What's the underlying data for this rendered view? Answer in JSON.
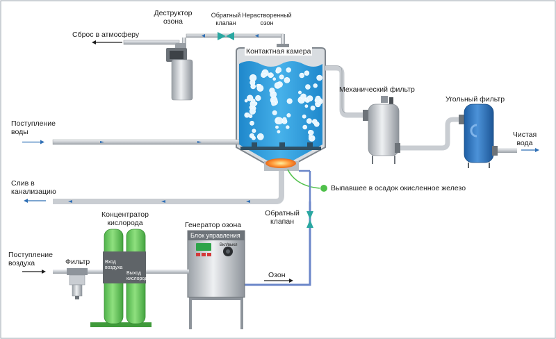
{
  "labels": {
    "ozone_destructor": "Деструктор\nозона",
    "check_valve_top": "Обратный\nклапан",
    "undissolved_ozone": "Нераство­ренный\nозон",
    "atmosphere_release": "Сброс в атмосферу",
    "contact_chamber": "Контактная камера",
    "mechanical_filter": "Механический фильтр",
    "carbon_filter": "Угольный фильтр",
    "water_inlet": "Поступление\nводы",
    "clean_water": "Чистая\nвода",
    "sewer_drain": "Слив в\nканализацию",
    "precipitated_iron": "Выпавшее в осадок окисленное железо",
    "check_valve_bottom": "Обратный\nклапан",
    "oxygen_concentrator": "Концентратор\nкислорода",
    "ozone_generator": "Генератор озона",
    "control_unit": "Блок управления",
    "ozone": "Озон",
    "air_inlet": "Поступление\nвоздуха",
    "filter": "Фильтр",
    "air_inlet_tag": "Вход\nвоздуха",
    "oxygen_outlet_tag": "Выход\nкислорода",
    "power_knob_label": "Вкл/выкл"
  },
  "colors": {
    "water": "#3aa0dc",
    "pipe": "#c9cdd2",
    "green_tank": "#6fcf64",
    "carbon_tank": "#2f74bf",
    "arrow": "#2f6fb5",
    "ozone_line": "#6b86c9",
    "iron_dot": "#4fc04a"
  }
}
